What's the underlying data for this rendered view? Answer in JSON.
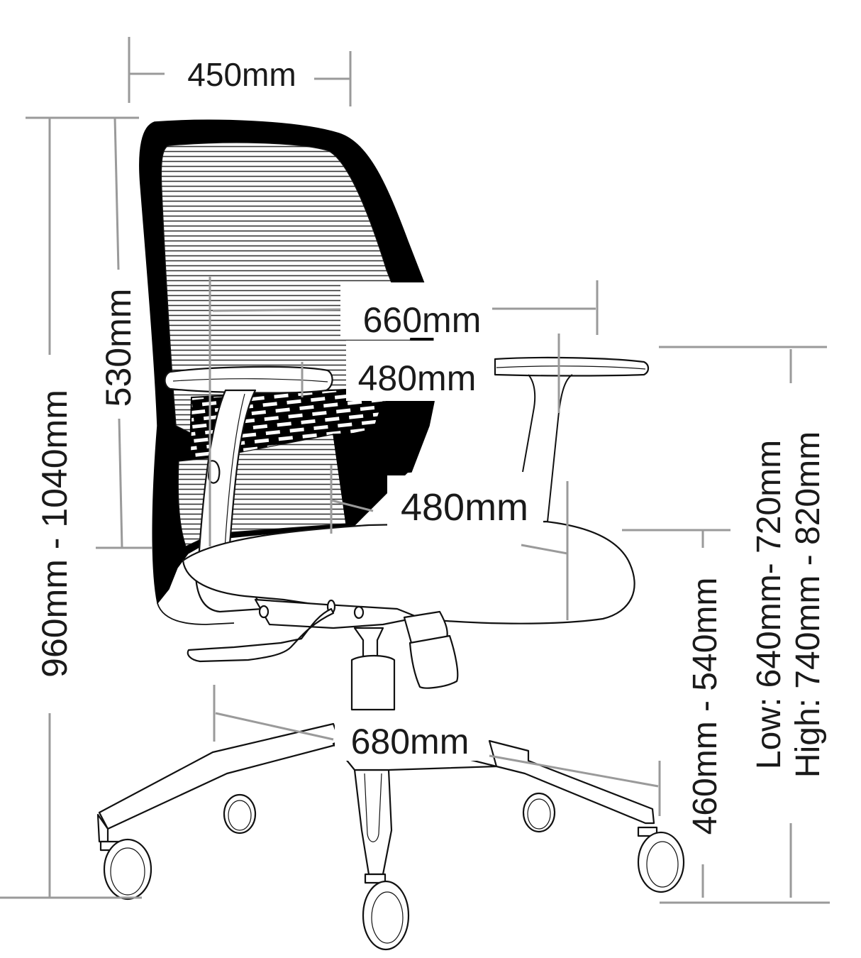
{
  "diagram": {
    "subject": "office chair dimension drawing",
    "colors": {
      "ink": "#111111",
      "dimension_line": "#9a9a9a",
      "label_text": "#1a1a1a",
      "background": "#ffffff"
    },
    "dimensions": {
      "backrest_width": "450mm",
      "overall_height": "960mm - 1040mm",
      "backrest_height": "530mm",
      "overall_width": "660mm",
      "armrest_inner_width": "480mm",
      "seat_width": "480mm",
      "seat_height": "460mm - 540mm",
      "armrest_height_low": "Low: 640mm- 720mm",
      "armrest_height_high": "High: 740mm - 820mm",
      "base_diameter": "680mm"
    }
  }
}
